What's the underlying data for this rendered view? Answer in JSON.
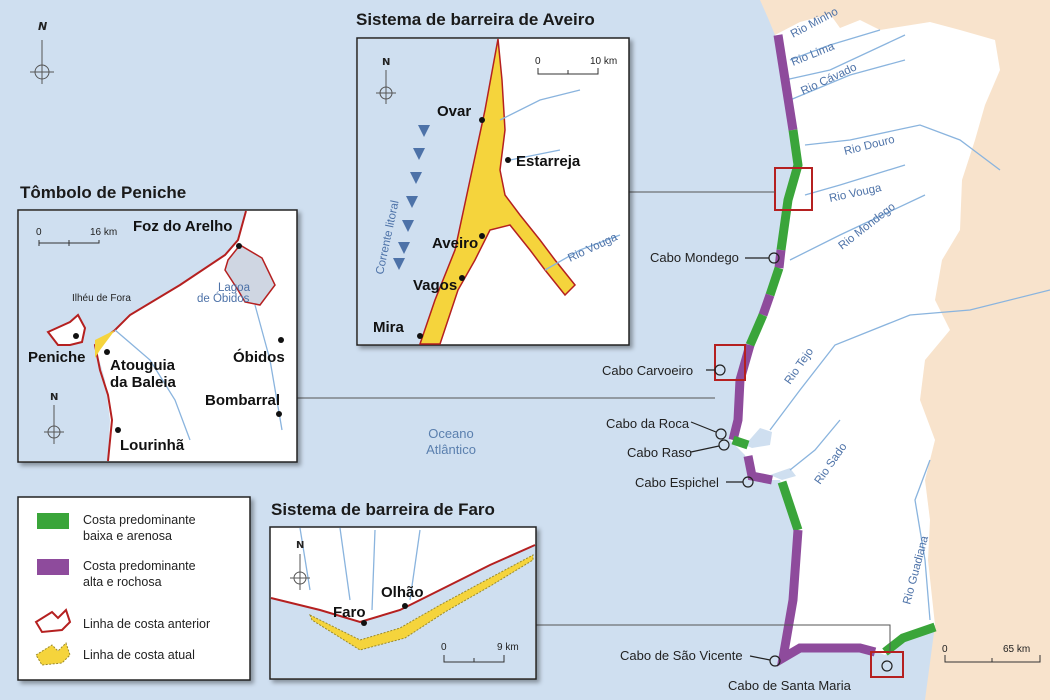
{
  "colors": {
    "ocean": "#cfdff0",
    "land": "#ffffff",
    "spain": "#f8e3cc",
    "low_sandy": "#3aa53a",
    "high_rocky": "#8e4b9c",
    "former_coast": "#b52020",
    "current_coast": "#f5d43c",
    "river": "#8ab4de"
  },
  "north_label": "N",
  "ocean_label": [
    "Oceano",
    "Atlântico"
  ],
  "rivers": [
    "Rio Minho",
    "Rio Lima",
    "Rio Cávado",
    "Rio Douro",
    "Rio Vouga",
    "Rio Mondego",
    "Rio Tejo",
    "Rio Sado",
    "Rio Guadiana"
  ],
  "capes": [
    "Cabo Mondego",
    "Cabo Carvoeiro",
    "Cabo da Roca",
    "Cabo Raso",
    "Cabo Espichel",
    "Cabo de São Vicente",
    "Cabo de Santa Maria"
  ],
  "main_scale": {
    "start": "0",
    "end": "65 km"
  },
  "aveiro": {
    "title": "Sistema de barreira de Aveiro",
    "scale_start": "0",
    "scale_end": "10 km",
    "places": [
      "Ovar",
      "Estarreja",
      "Aveiro",
      "Vagos",
      "Mira"
    ],
    "current_label": "Corrente litoral",
    "river": "Rio Vouga"
  },
  "peniche": {
    "title": "Tômbolo de Peniche",
    "scale_start": "0",
    "scale_end": "16 km",
    "places": [
      "Foz do Arelho",
      "Peniche",
      "Atouguia",
      "da Baleia",
      "Óbidos",
      "Bombarral",
      "Lourinhã"
    ],
    "islet": "Ilhéu de Fora",
    "lagoon": [
      "Lagoa",
      "de Óbidos"
    ]
  },
  "faro": {
    "title": "Sistema de barreira de Faro",
    "scale_start": "0",
    "scale_end": "9 km",
    "places": [
      "Faro",
      "Olhão"
    ]
  },
  "legend": {
    "items": [
      {
        "label": [
          "Costa predominante",
          "baixa e arenosa"
        ],
        "icon": "green-swatch"
      },
      {
        "label": [
          "Costa predominante",
          "alta e rochosa"
        ],
        "icon": "purple-swatch"
      },
      {
        "label": [
          "Linha de costa anterior"
        ],
        "icon": "red-outline-shape"
      },
      {
        "label": [
          "Linha de costa atual"
        ],
        "icon": "yellow-dotted-shape"
      }
    ]
  }
}
